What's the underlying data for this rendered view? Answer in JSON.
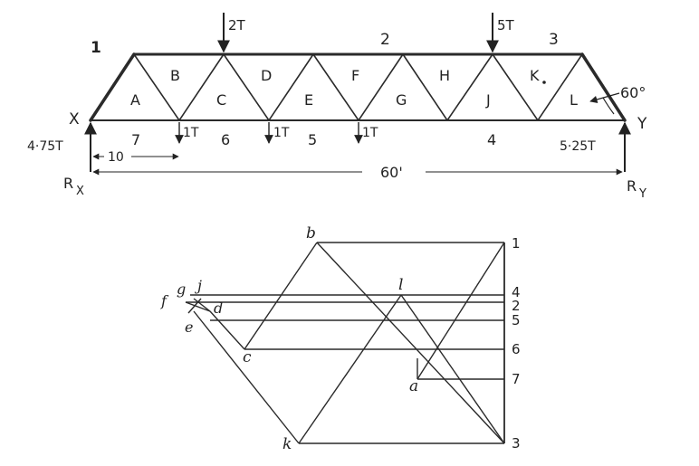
{
  "truss": {
    "nodes": {
      "left_support": "X",
      "right_support": "Y",
      "top_left_region": "1",
      "top_middle_region": "2",
      "top_right_region": "3"
    },
    "panels": [
      "A",
      "B",
      "C",
      "D",
      "E",
      "F",
      "G",
      "H",
      "J",
      "K",
      "L"
    ],
    "bottom_regions": [
      "7",
      "6",
      "5",
      "4"
    ],
    "loads": {
      "top_2t": "2T",
      "top_5t": "5T",
      "bottom_1t_a": "1T",
      "bottom_1t_b": "1T",
      "bottom_1t_c": "1T"
    },
    "reactions": {
      "left_value": "4·75T",
      "right_value": "5·25T",
      "left_label": "R",
      "left_sub": "X",
      "right_label": "R",
      "right_sub": "Y"
    },
    "dimensions": {
      "panel": "10",
      "span": "60'",
      "angle": "60°"
    }
  },
  "force_diagram": {
    "points": {
      "b": "b",
      "l": "l",
      "a": "a",
      "c": "c",
      "k": "k",
      "g": "g",
      "j": "j",
      "f": "f",
      "d": "d",
      "e": "e"
    },
    "load_line_points": [
      "1",
      "4",
      "2",
      "5",
      "6",
      "7",
      "3"
    ]
  }
}
